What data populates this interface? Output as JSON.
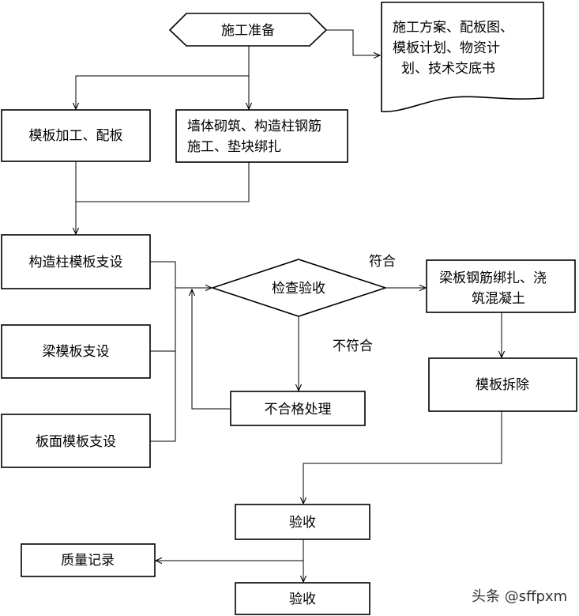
{
  "nodes": {
    "prep": "施工准备",
    "doc_line1": "施工方案、配板图、",
    "doc_line2": "模板计划、物资计",
    "doc_line3": "划、技术交底书",
    "formwork_processing": "模板加工、配板",
    "masonry_line1": "墙体砌筑、构造柱钢筋",
    "masonry_line2": "施工、垫块绑扎",
    "column_formwork": "构造柱模板支设",
    "beam_formwork": "梁模板支设",
    "slab_formwork": "板面模板支设",
    "inspection": "检查验收",
    "pass_label": "符合",
    "fail_label": "不符合",
    "nonconform": "不合格处理",
    "rebar_line1": "梁板钢筋绑扎、浇",
    "rebar_line2": "筑混凝土",
    "removal": "模板拆除",
    "accept1": "验收",
    "quality_record": "质量记录",
    "accept2": "验收"
  },
  "watermark": "头条 @sffpxm"
}
